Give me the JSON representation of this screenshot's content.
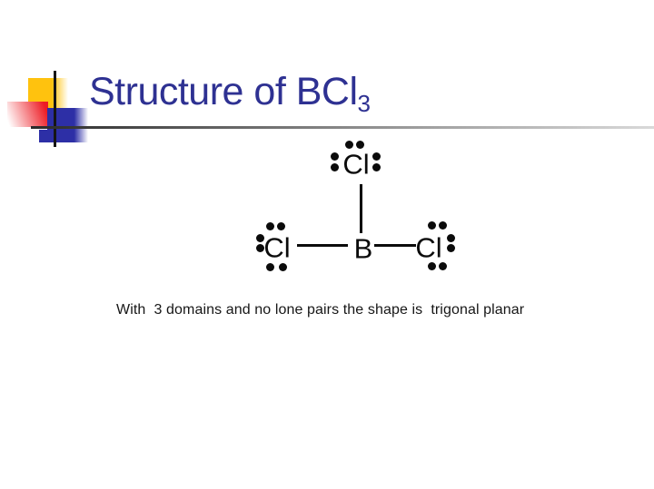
{
  "slide": {
    "title": {
      "main": "Structure of BCl",
      "subscript": "3"
    },
    "caption": "With  3 domains and no lone pairs the shape is  trigonal planar"
  },
  "molecule": {
    "name": "Lewis structure of BCl3",
    "central_atom": "B",
    "bond_count": 3,
    "atoms": [
      {
        "label": "Cl",
        "position": "top",
        "lone_pairs": 3
      },
      {
        "label": "Cl",
        "position": "left",
        "lone_pairs": 3
      },
      {
        "label": "B",
        "position": "center",
        "lone_pairs": 0
      },
      {
        "label": "Cl",
        "position": "right",
        "lone_pairs": 3
      }
    ]
  },
  "colors": {
    "title_text": "#2E3192",
    "accent_yellow": "#FFC20E",
    "accent_red": "#ED1C24",
    "accent_blue": "#2D2FA6",
    "molecule_ink": "#0B0B0B"
  }
}
